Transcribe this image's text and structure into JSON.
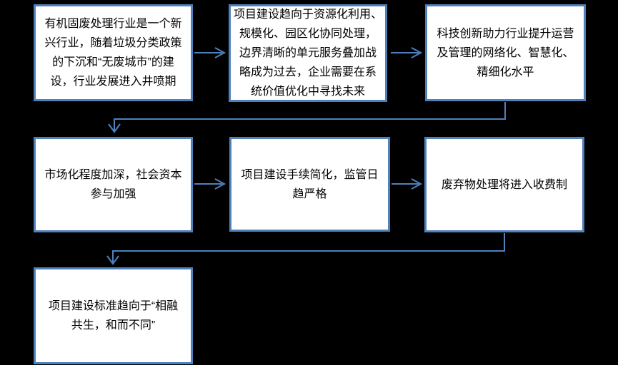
{
  "style": {
    "background": "#000000",
    "box_fill": "#ffffff",
    "box_border_color": "#4f81bd",
    "arrow_color": "#4f81bd",
    "text_color": "#000000"
  },
  "flowchart": {
    "nodes": [
      {
        "id": "industry-growth",
        "row": 1,
        "col": 1,
        "text": "有机固废处理行业是一个新\n兴行业，随着垃圾分类政策\n的下沉和“无废城市”的建\n设，行业发展进入井喷期"
      },
      {
        "id": "project-construction-trend",
        "row": 1,
        "col": 2,
        "text": "项目建设趋向于资源化利用、\n规模化、园区化协同处理，\n边界清晰的单元服务叠加战\n略成为过去，企业需要在系\n统价值优化中寻找未来"
      },
      {
        "id": "tech-innovation",
        "row": 1,
        "col": 3,
        "text": "科技创新助力行业提升运营\n及管理的网络化、智慧化、\n精细化水平"
      },
      {
        "id": "marketization",
        "row": 2,
        "col": 1,
        "text": "市场化程度加深，社会资本\n参与加强"
      },
      {
        "id": "procedure-simplification",
        "row": 2,
        "col": 2,
        "text": "项目建设手续简化，监管日\n趋严格"
      },
      {
        "id": "fee-system",
        "row": 2,
        "col": 3,
        "text": "废弃物处理将进入收费制"
      },
      {
        "id": "construction-standards",
        "row": 3,
        "col": 1,
        "text": "项目建设标准趋向于“相融\n共生，和而不同”"
      }
    ]
  }
}
